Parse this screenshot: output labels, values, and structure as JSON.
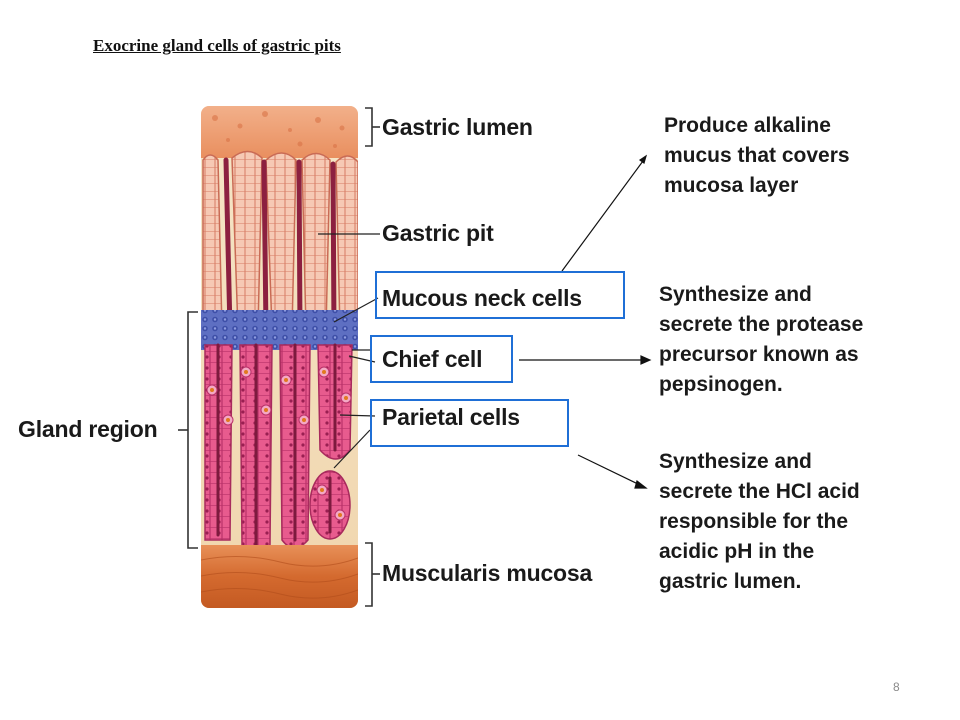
{
  "title": "Exocrine gland cells of gastric pits",
  "figure": {
    "labels": {
      "gastric_lumen": "Gastric  lumen",
      "gastric_pit": "Gastric pit",
      "mucous_neck_cells": "Mucous neck cells",
      "chief_cell": "Chief cell",
      "parietal_cells": "Parietal cells",
      "gland_region": "Gland region",
      "muscularis_mucosa": "Muscularis mucosa"
    },
    "highlight_color": "#1f6fd6"
  },
  "descriptions": {
    "mucous_neck": "Produce alkaline\nmucus that covers\nmucosa layer",
    "chief": "Synthesize and\nsecrete the protease\nprecursor known as\npepsinogen.",
    "parietal": "Synthesize and\nsecrete the HCl acid\nresponsible for the\nacidic pH in the\ngastric lumen."
  },
  "page_number": "8"
}
